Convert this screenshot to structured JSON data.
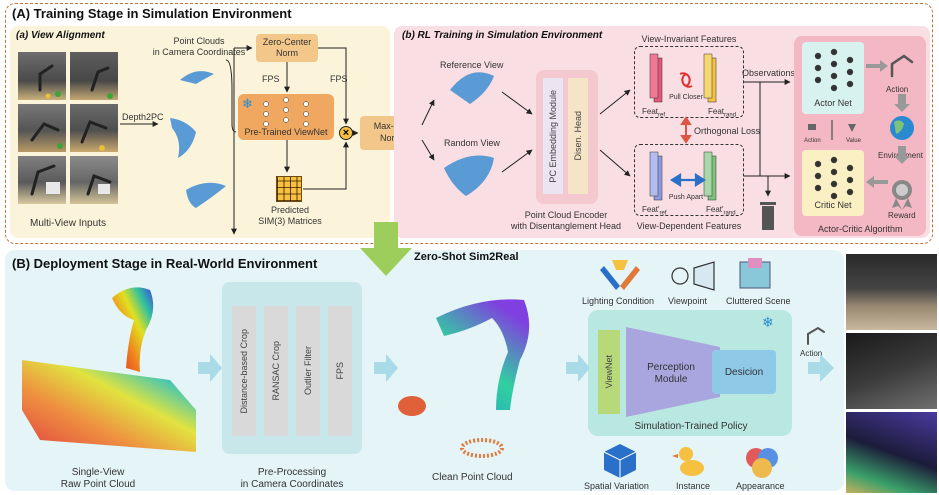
{
  "stage_a": {
    "title": "(A) Training Stage in Simulation Environment",
    "view_alignment": {
      "title": "(a) View Alignment",
      "multi_view_inputs": "Multi-View Inputs",
      "depth2pc": "Depth2PC",
      "point_clouds_l1": "Point Clouds",
      "point_clouds_l2": "in Camera Coordinates",
      "zero_center_l1": "Zero-Center",
      "zero_center_l2": "Norm",
      "fps_left": "FPS",
      "fps_right": "FPS",
      "viewnet": "Pre-Trained ViewNet",
      "predicted_l1": "Predicted",
      "predicted_l2": "SIM(3) Matrices",
      "maxmin_l1": "Max-Min",
      "maxmin_l2": "Norm",
      "multiply_symbol": "×"
    },
    "rl_training": {
      "title": "(b) RL Training in Simulation Environment",
      "reference_view": "Reference View",
      "random_view": "Random View",
      "pc_embedding": "PC Embedding Module",
      "disen_head": "Disen. Head",
      "encoder_l1": "Point Cloud Encoder",
      "encoder_l2": "with Disentanglement Head",
      "view_invariant": "View-Invariant Features",
      "view_dependent": "View-Dependent Features",
      "pull_closer": "Pull Closer",
      "push_apart": "Push Apart",
      "orthogonal_loss": "Orthogonal Loss",
      "observations": "Observations",
      "feat_ref": "Feat",
      "feat_ref_sub": "ref",
      "feat_rand": "Feat",
      "feat_rand_sub": "rand",
      "feat_dep_ref": "Feat'",
      "feat_dep_ref_sub": "ref",
      "feat_dep_rand": "Feat'",
      "feat_dep_rand_sub": "rand",
      "actor_net": "Actor Net",
      "critic_net": "Critic Net",
      "action": "Action",
      "environment": "Environment",
      "reward": "Reward",
      "action_small": "Action",
      "value_small": "Value",
      "actor_critic": "Actor-Critic Algorithm"
    }
  },
  "sim2real": "Zero-Shot Sim2Real",
  "stage_b": {
    "title": "(B) Deployment Stage in Real-World Environment",
    "single_view_l1": "Single-View",
    "single_view_l2": "Raw Point Cloud",
    "preproc_steps": [
      "Distance-based Crop",
      "RANSAC Crop",
      "Outlier Filter",
      "FPS"
    ],
    "preproc_l1": "Pre-Processing",
    "preproc_l2": "in Camera Coordinates",
    "clean_pc": "Clean Point Cloud",
    "lighting": "Lighting Condition",
    "viewpoint": "Viewpoint",
    "cluttered": "Cluttered Scene",
    "viewnet": "ViewNet",
    "perception_l1": "Perception",
    "perception_l2": "Module",
    "decision": "Desicion",
    "policy": "Simulation-Trained Policy",
    "spatial": "Spatial Variation",
    "instance": "Instance",
    "appearance": "Appearance",
    "action": "Action"
  }
}
